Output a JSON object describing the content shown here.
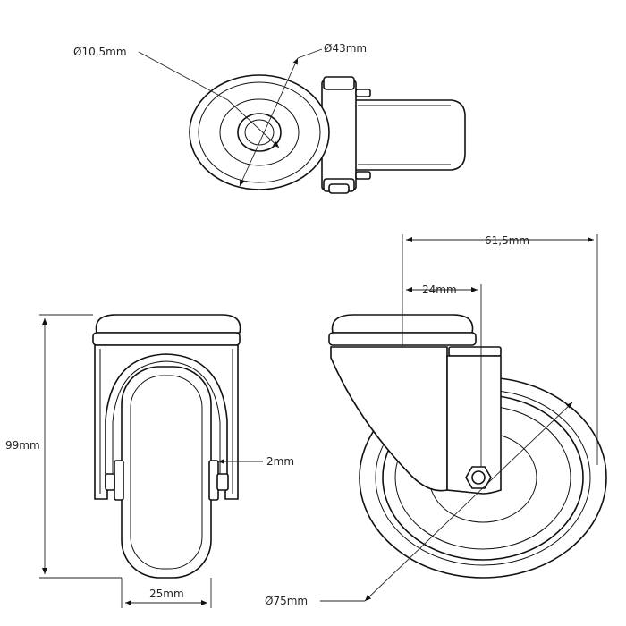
{
  "dimensions": {
    "bore_diameter": "Ø10,5mm",
    "plate_diameter": "Ø43mm",
    "total_height": "99mm",
    "wheel_width": "25mm",
    "gap": "2mm",
    "total_length": "61,5mm",
    "offset": "24mm",
    "wheel_diameter": "Ø75mm"
  }
}
